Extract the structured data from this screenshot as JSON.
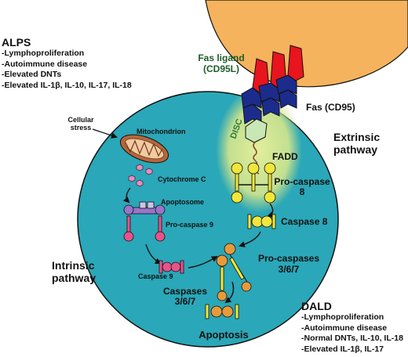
{
  "alps": {
    "title": "ALPS",
    "items": [
      "-Lymphoproliferation",
      "-Autoimmune disease",
      "-Elevated DNTs",
      "-Elevated IL-1β, IL-10, IL-17, IL-18"
    ]
  },
  "dald": {
    "title": "DALD",
    "items": [
      "-Lymphoproliferation",
      "-Autoimmune disease",
      "-Normal DNTs, IL-10, IL-18",
      "-Elevated IL-1β, IL-17"
    ]
  },
  "labels": {
    "fas_ligand_1": "Fas ligand",
    "fas_ligand_2": "(CD95L)",
    "fas": "Fas (CD95)",
    "disc": "DISC",
    "fadd": "FADD",
    "extrinsic_1": "Extrinsic",
    "extrinsic_2": "pathway",
    "cellular_stress_1": "Cellular",
    "cellular_stress_2": "stress",
    "mitochondrion": "Mitochondrion",
    "cytochrome_c": "Cytochrome C",
    "apoptosome": "Apoptosome",
    "pro_caspase_9": "Pro-caspase 9",
    "caspase_9": "Caspase 9",
    "pro_caspase_8_1": "Pro-caspase",
    "pro_caspase_8_2": "8",
    "caspase_8": "Caspase 8",
    "pro_caspases_1": "Pro-caspases",
    "pro_caspases_2": "3/6/7",
    "caspases_1": "Caspases",
    "caspases_2": "3/6/7",
    "intrinsic_1": "Intrinsic",
    "intrinsic_2": "pathway",
    "apoptosis": "Apoptosis"
  },
  "colors": {
    "cell_fill": "#2aa7b8",
    "ligand_cell": "#f6b35d",
    "receptor_red": "#e8141e",
    "receptor_blue": "#1c2c8c",
    "receptor_green": "#c9e6b5",
    "disc_glow": "#d8e896",
    "caspase_yellow": "#f0e63c",
    "caspase_orange": "#e89a3a",
    "apoptosome_purple": "#9a74c8",
    "caspase9_pink": "#e9528a",
    "mito_brown": "#b5673a",
    "label_green": "#1f5c2a"
  }
}
